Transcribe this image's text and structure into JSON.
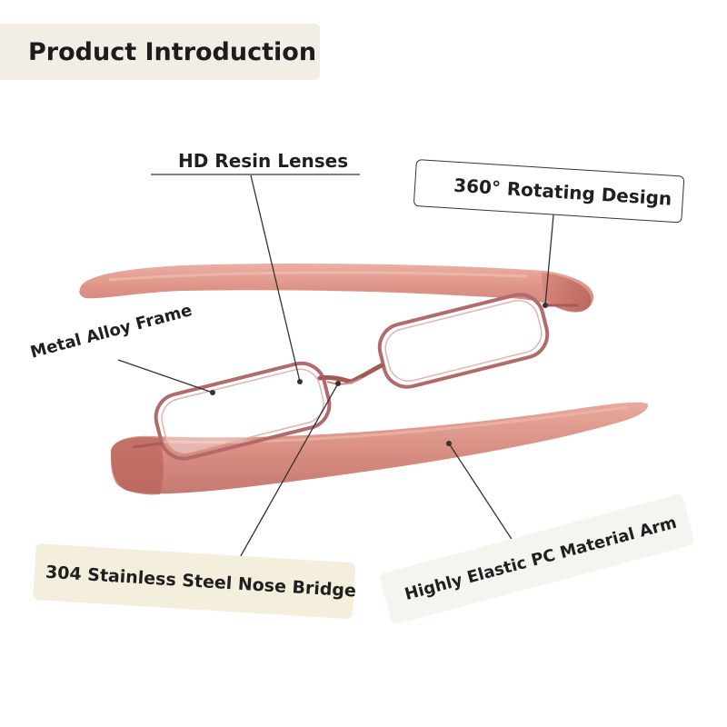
{
  "header": {
    "title": "Product Introduction"
  },
  "labels": {
    "lenses": "HD Resin Lenses",
    "rotating": "360° Rotating Design",
    "frame": "Metal Alloy Frame",
    "nose_bridge": "304 Stainless Steel Nose Bridge",
    "arm": "Highly Elastic PC Material Arm"
  },
  "colors": {
    "frame": "#b86a6a",
    "arm": "#d98c80",
    "title_box": "#f2ede5",
    "steel_box": "#f4eedd",
    "arm_box": "#f6f4ee"
  }
}
